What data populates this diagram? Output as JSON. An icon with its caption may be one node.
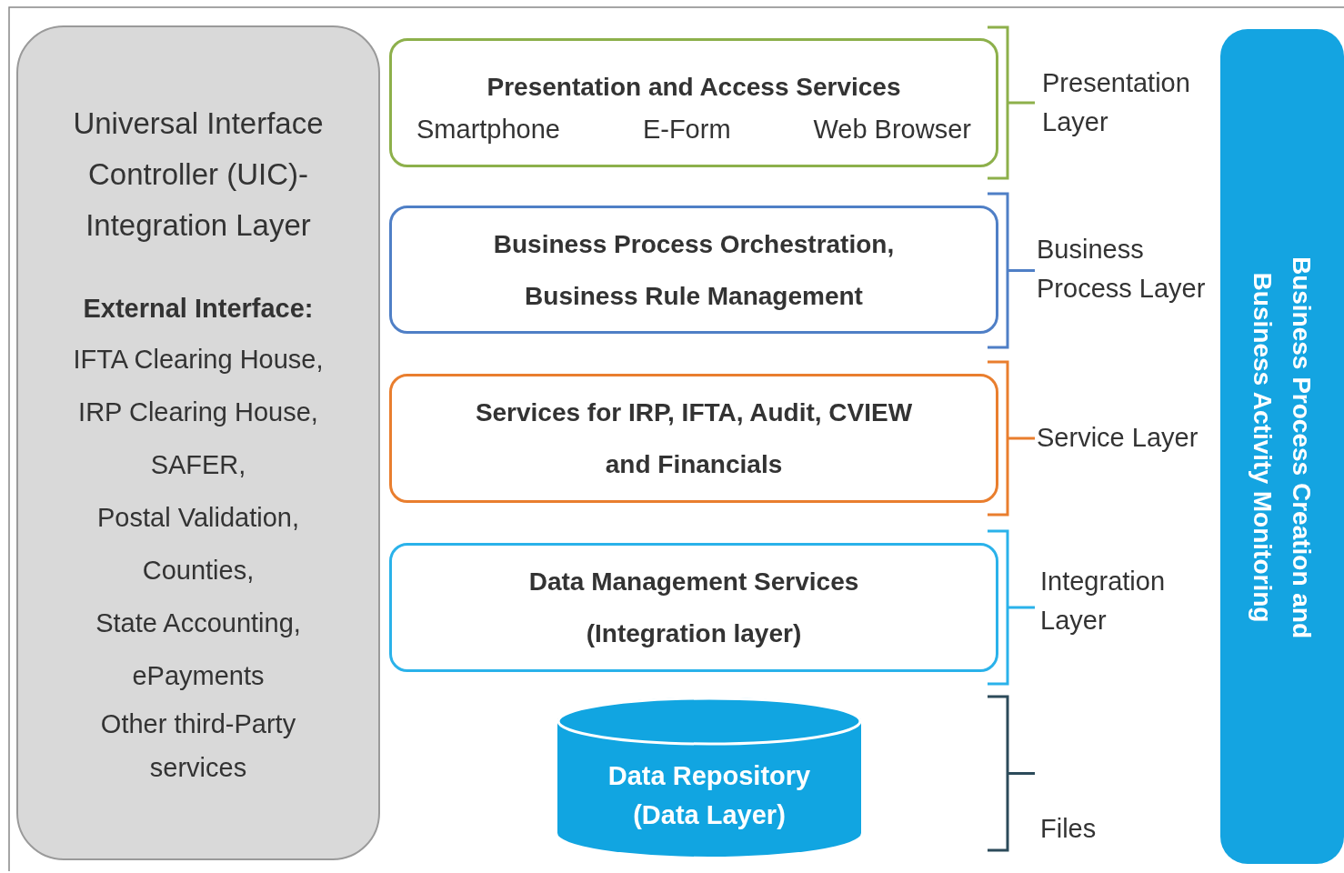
{
  "diagram": {
    "nodes": [
      {
        "text": [
          "Universal Interface Controller (UIC)- Integration Layer",
          "External Interface:",
          "IFTA Clearing House,",
          "IRP Clearing House,",
          "SAFER,",
          "Postal Validation,",
          "Counties,",
          "State Accounting,",
          "ePayments",
          "Other third-Party services"
        ]
      },
      {
        "text": [
          "Presentation and Access Services",
          "Smartphone",
          "E-Form",
          "Web Browser"
        ]
      },
      {
        "text": [
          "Business Process Orchestration, Business Rule Management"
        ]
      },
      {
        "text": [
          "Services for IRP, IFTA, Audit, CVIEW and Financials"
        ]
      },
      {
        "text": [
          "Data Management Services (Integration layer)"
        ]
      },
      {
        "text": [
          "Data Repository (Data Layer)"
        ]
      },
      {
        "text": [
          "Business Process Creation and Business Activity Monitoring"
        ]
      }
    ],
    "labels": [
      "Presentation Layer",
      "Business Process Layer",
      "Service Layer",
      "Integration Layer",
      "Files"
    ]
  }
}
